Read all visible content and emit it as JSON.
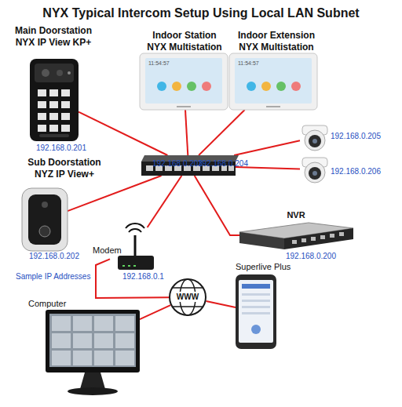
{
  "diagram": {
    "title": "NYX Typical Intercom Setup Using Local LAN Subnet",
    "nodes": [
      {
        "text": [
          "Main Doorstation",
          "NYX IP View KP+",
          "192.168.0.201"
        ]
      },
      {
        "text": [
          "Indoor Station",
          "NYX Multistation",
          "192.168.0.203"
        ]
      },
      {
        "text": [
          "Indoor Extension",
          "NYX Multistation",
          "192.168.0.204"
        ]
      },
      {
        "text": [
          "192.168.0.205"
        ]
      },
      {
        "text": [
          "192.168.0.206"
        ]
      },
      {
        "text": []
      },
      {
        "text": [
          "Sub Doorstation",
          "NYZ IP View+",
          "192.168.0.202"
        ]
      },
      {
        "text": [
          "NVR",
          "192.168.0.200"
        ]
      },
      {
        "text": [
          "Modem",
          "192.168.0.1"
        ]
      },
      {
        "text": [
          "Superlive Plus"
        ]
      },
      {
        "text": [
          "WWW"
        ]
      },
      {
        "text": [
          "Computer"
        ]
      }
    ],
    "edges": [
      {
        "from": 0,
        "to": 5,
        "arrow": "none"
      },
      {
        "from": 1,
        "to": 5,
        "arrow": "none"
      },
      {
        "from": 2,
        "to": 5,
        "arrow": "none"
      },
      {
        "from": 3,
        "to": 5,
        "arrow": "none"
      },
      {
        "from": 4,
        "to": 5,
        "arrow": "none"
      },
      {
        "from": 6,
        "to": 5,
        "arrow": "none"
      },
      {
        "from": 5,
        "to": 7,
        "arrow": "none"
      },
      {
        "from": 8,
        "to": 5,
        "arrow": "none"
      },
      {
        "from": 8,
        "to": 10,
        "arrow": "none"
      },
      {
        "from": 10,
        "to": 9,
        "arrow": "none"
      },
      {
        "from": 11,
        "to": 10,
        "arrow": "none"
      }
    ],
    "labels": [
      "11:54:57",
      "11:54:57",
      "Sample IP Addresses"
    ]
  }
}
